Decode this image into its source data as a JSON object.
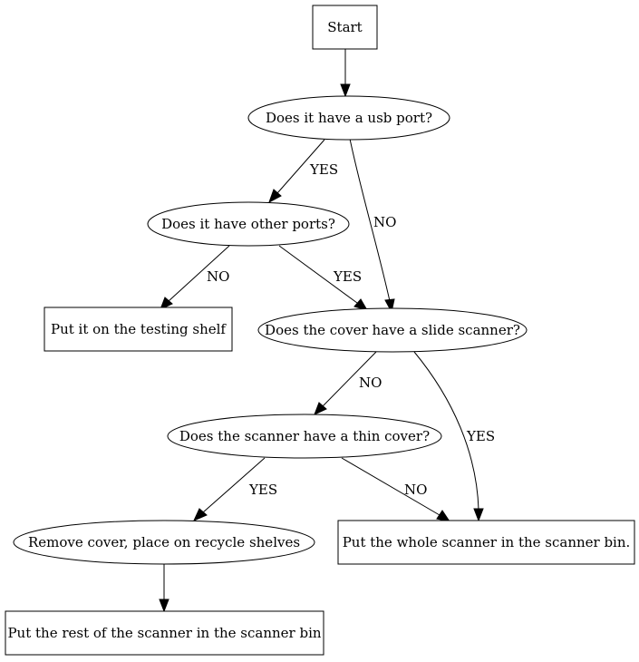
{
  "nodes": {
    "start": "Start",
    "usb": "Does it have a usb port?",
    "other_ports": "Does it have other ports?",
    "testing_shelf": "Put it on the testing shelf",
    "slide_scanner": "Does the cover have a slide scanner?",
    "thin_cover": "Does the scanner have a thin cover?",
    "remove_cover": "Remove cover, place on recycle shelves",
    "whole_scanner": "Put the whole scanner in the scanner bin.",
    "rest_scanner": "Put the rest of the scanner in the scanner bin"
  },
  "edges": {
    "usb_yes": "YES",
    "usb_no": "NO",
    "other_no": "NO",
    "other_yes": "YES",
    "slide_no": "NO",
    "slide_yes": "YES",
    "thin_yes": "YES",
    "thin_no": "NO"
  }
}
